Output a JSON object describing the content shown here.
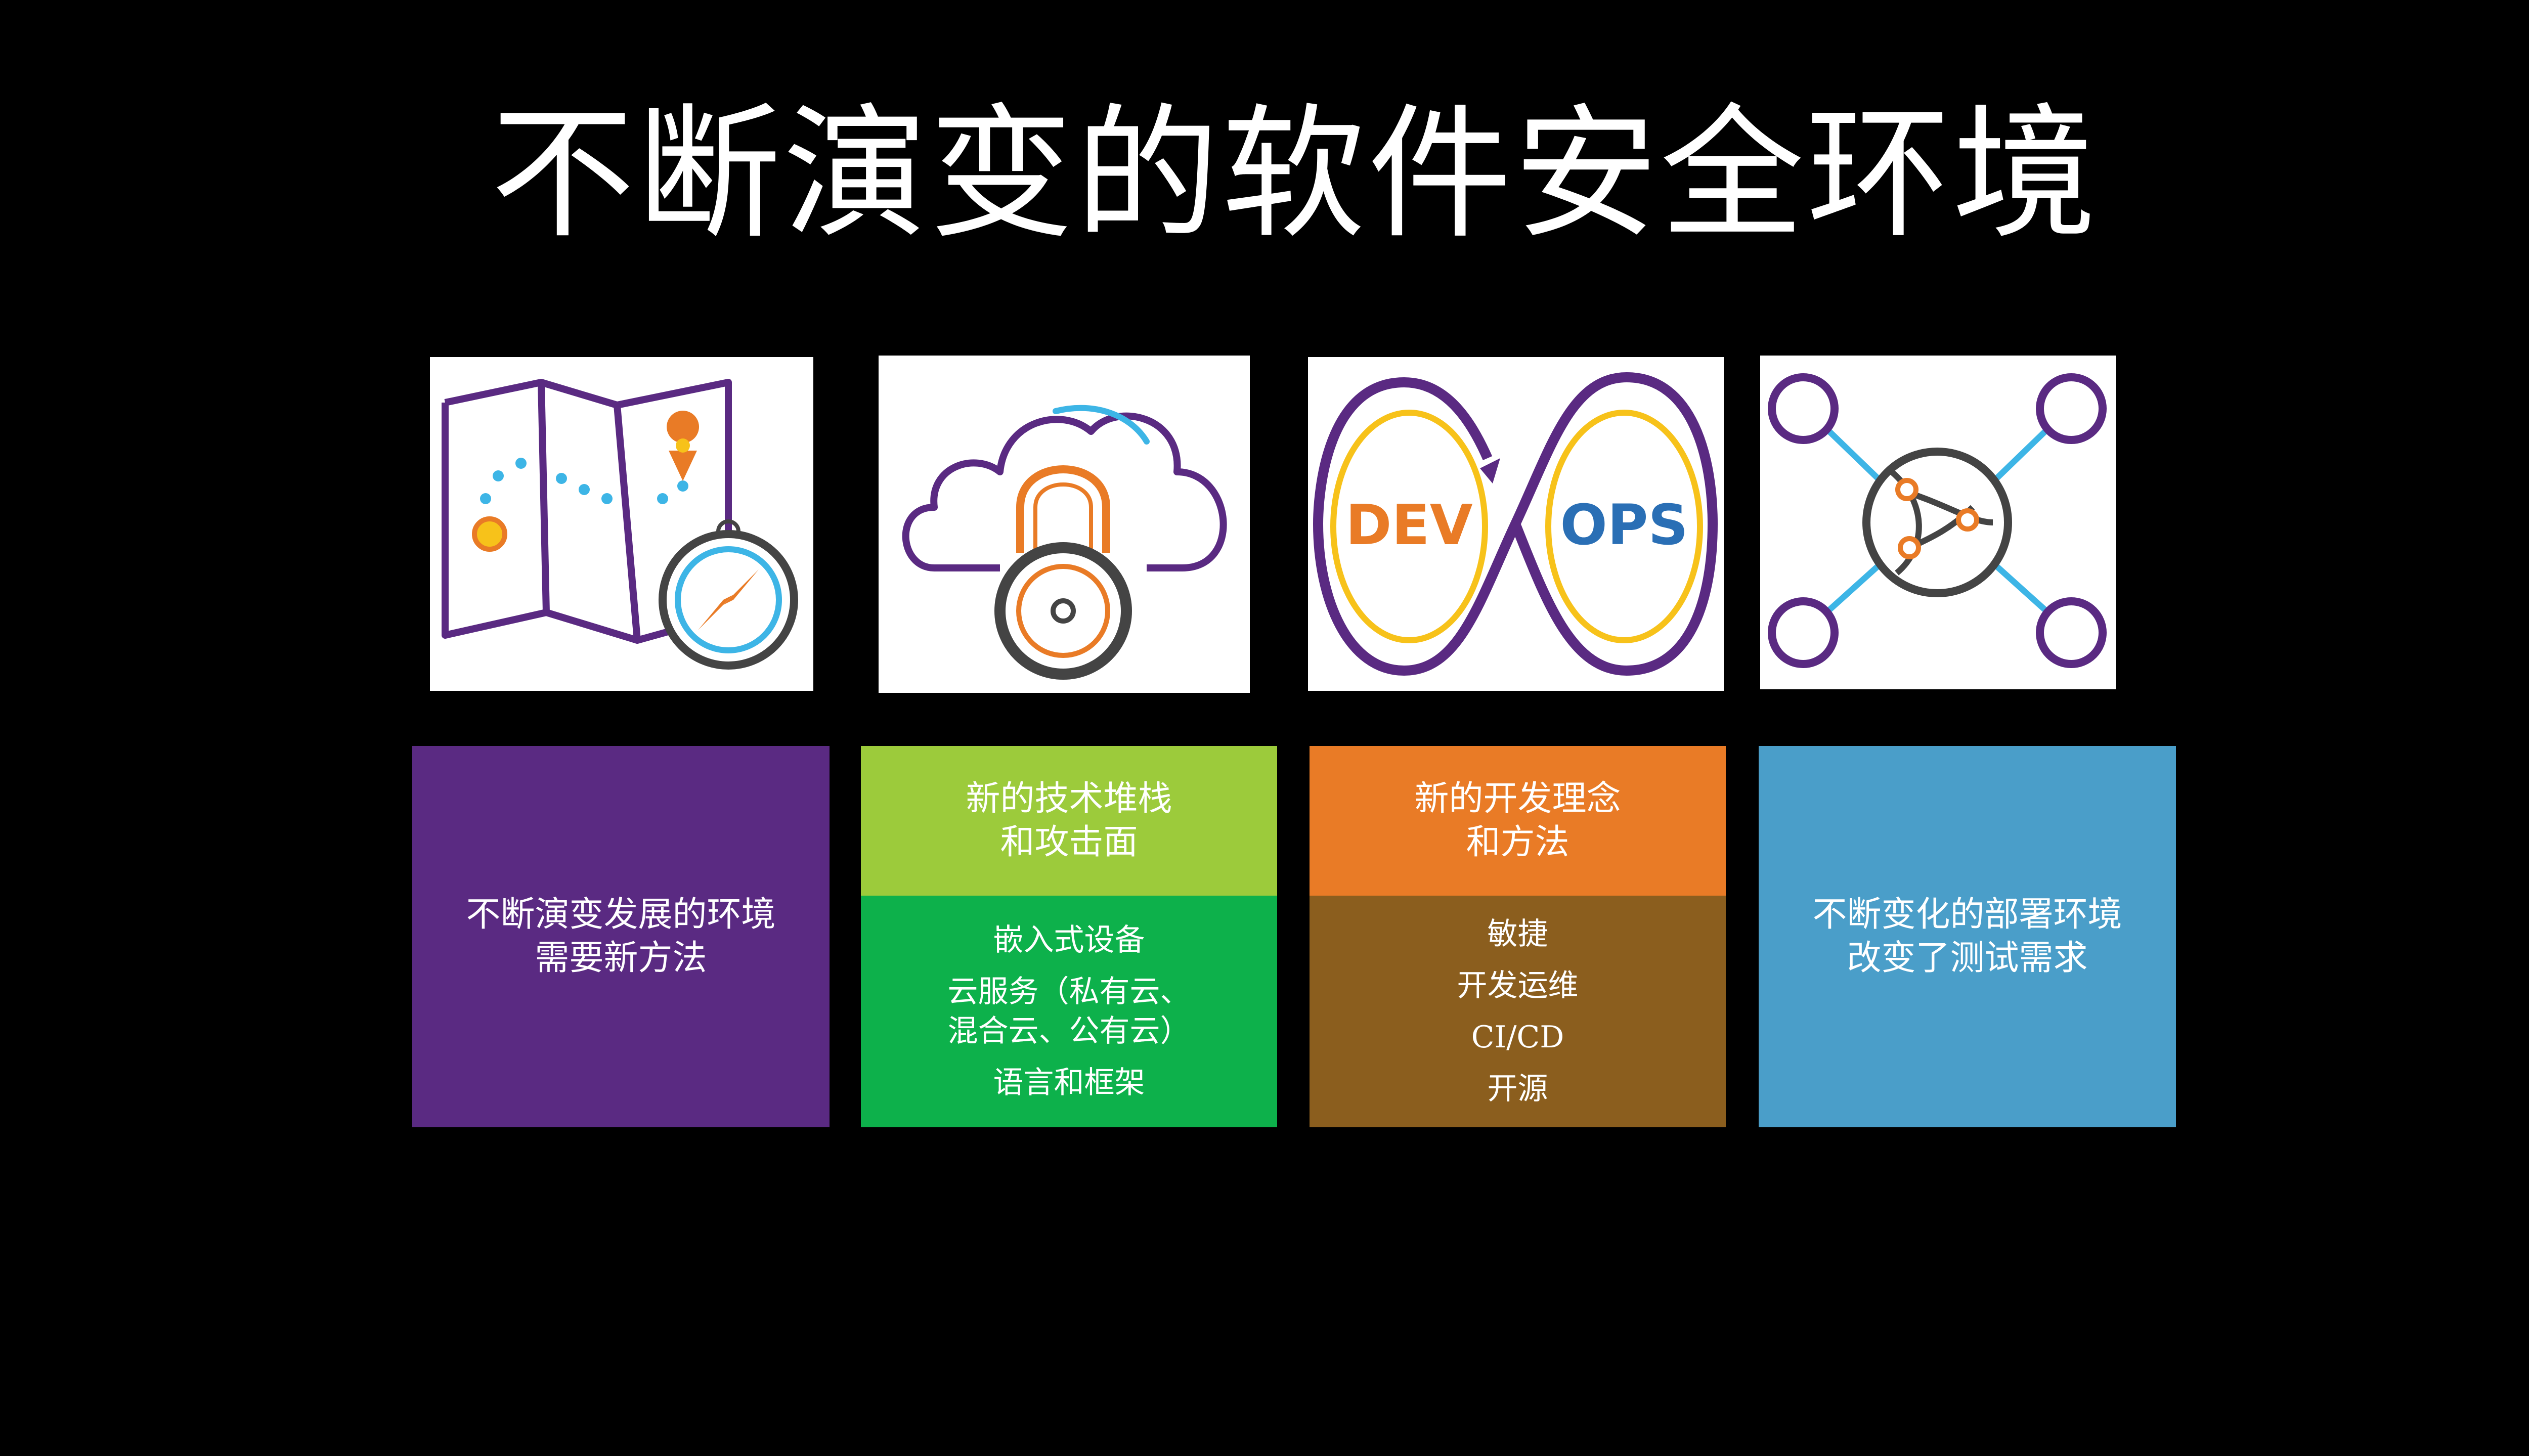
{
  "title": "不断演变的软件安全环境",
  "icons": {
    "map": "map-compass-icon",
    "cloud": "cloud-lock-icon",
    "devops": "devops-infinity-icon",
    "network": "globe-network-icon",
    "devops_text": {
      "dev": "DEV",
      "ops": "OPS"
    }
  },
  "colors": {
    "purple": "#5a2a82",
    "green_header": "#9ccb3b",
    "green_body": "#0db14b",
    "orange_header": "#e97b26",
    "brown_body": "#8b5e1e",
    "blue": "#4a9ec9"
  },
  "cards": {
    "card1": {
      "line1": "不断演变发展的环境",
      "line2": "需要新方法"
    },
    "card2": {
      "header_line1": "新的技术堆栈",
      "header_line2": "和攻击面",
      "items": [
        "嵌入式设备",
        "云服务（私有云、",
        "混合云、公有云）",
        "语言和框架"
      ]
    },
    "card3": {
      "header_line1": "新的开发理念",
      "header_line2": "和方法",
      "items": [
        "敏捷",
        "开发运维",
        "CI/CD",
        "开源"
      ]
    },
    "card4": {
      "line1": "不断变化的部署环境",
      "line2": "改变了测试需求"
    }
  }
}
